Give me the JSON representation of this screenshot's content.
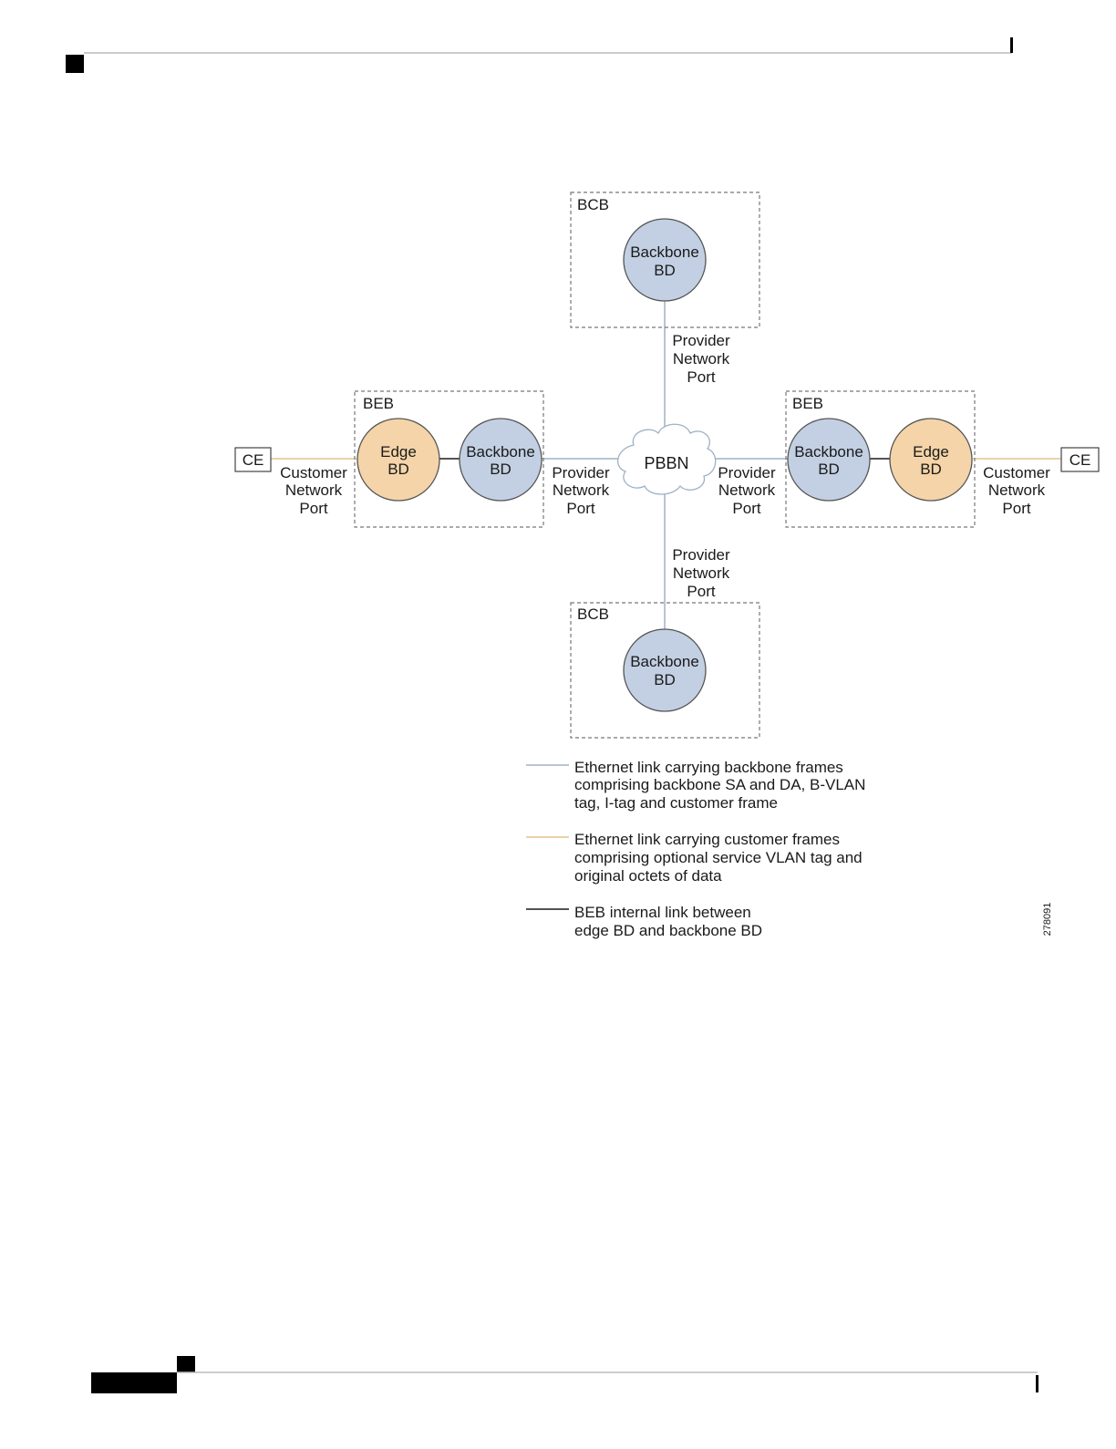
{
  "colors": {
    "backbone_link": "#9fb2c6",
    "customer_link": "#e6c28f",
    "internal_link": "#1a1a1a",
    "backbone_fill": "#c3d0e3",
    "edge_fill": "#f4d4a8",
    "node_stroke": "#555555",
    "box_stroke": "#777777",
    "rule": "#bbbbbb",
    "tab": "#000000"
  },
  "diagram": {
    "bcb_top": {
      "label": "BCB",
      "node": {
        "line1": "Backbone",
        "line2": "BD"
      }
    },
    "bcb_bottom": {
      "label": "BCB",
      "node": {
        "line1": "Backbone",
        "line2": "BD"
      }
    },
    "beb_left": {
      "label": "BEB",
      "edge_node": {
        "line1": "Edge",
        "line2": "BD"
      },
      "backbone_node": {
        "line1": "Backbone",
        "line2": "BD"
      }
    },
    "beb_right": {
      "label": "BEB",
      "edge_node": {
        "line1": "Edge",
        "line2": "BD"
      },
      "backbone_node": {
        "line1": "Backbone",
        "line2": "BD"
      }
    },
    "cloud": {
      "label": "PBBN"
    },
    "ce_left": {
      "label": "CE"
    },
    "ce_right": {
      "label": "CE"
    },
    "port_labels": {
      "customer_left": [
        "Customer",
        "Network",
        "Port"
      ],
      "customer_right": [
        "Customer",
        "Network",
        "Port"
      ],
      "provider_top": [
        "Provider",
        "Network",
        "Port"
      ],
      "provider_bottom": [
        "Provider",
        "Network",
        "Port"
      ],
      "provider_left": [
        "Provider",
        "Network",
        "Port"
      ],
      "provider_right": [
        "Provider",
        "Network",
        "Port"
      ]
    },
    "legend": [
      {
        "kind": "backbone",
        "lines": [
          "Ethernet link carrying backbone frames",
          "comprising backbone SA and DA, B-VLAN",
          "tag, I-tag and customer frame"
        ]
      },
      {
        "kind": "customer",
        "lines": [
          "Ethernet link carrying customer frames",
          "comprising optional service VLAN tag and",
          "original octets of data"
        ]
      },
      {
        "kind": "internal",
        "lines": [
          "BEB internal link between",
          "edge BD and backbone BD"
        ]
      }
    ],
    "figure_id": "278091"
  }
}
